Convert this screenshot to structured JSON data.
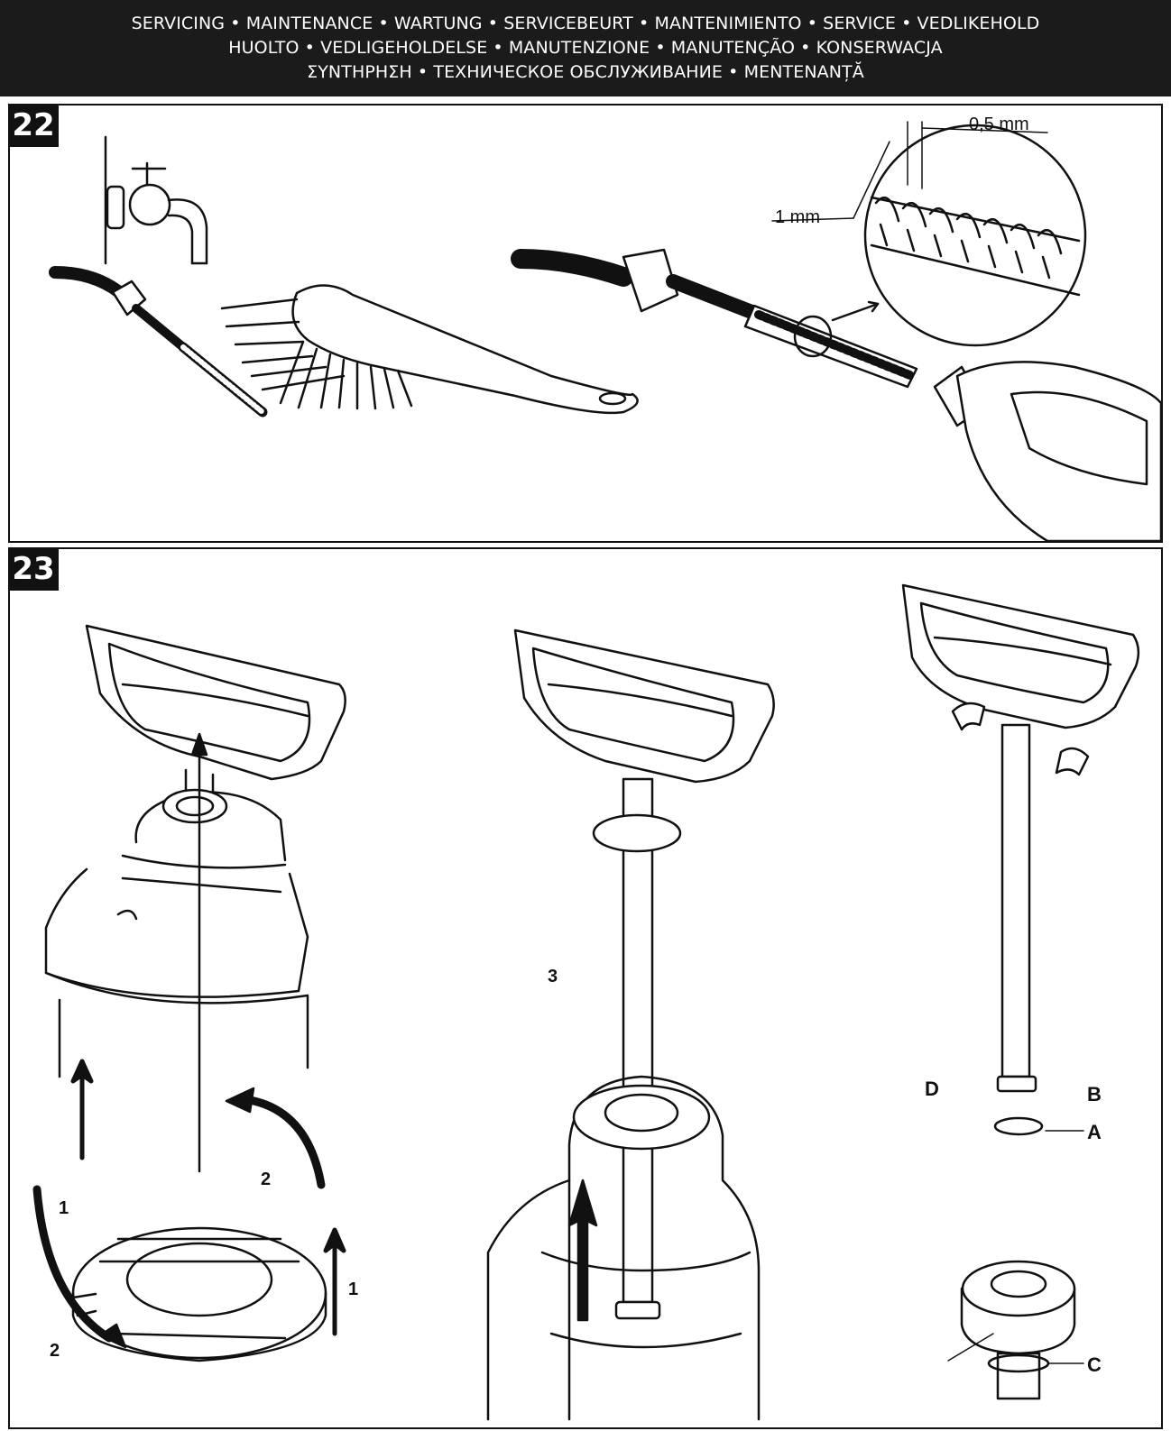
{
  "header": {
    "lines": [
      "SERVICING • MAINTENANCE • WARTUNG • SERVICEBEURT • MANTENIMIENTO • SERVICE • VEDLIKEHOLD",
      "HUOLTO • VEDLIGEHOLDELSE • MANUTENZIONE • MANUTENÇÃO • KONSERWACJA",
      "ΣΥΝΤΗΡΗΣΗ • ТЕХНИЧЕСКОЕ ОБСЛУЖИВАНИЕ • MENTENANȚĂ"
    ]
  },
  "step22": {
    "number": "22",
    "dimension_small": "0,5 mm",
    "dimension_large": "1 mm"
  },
  "step23": {
    "number": "23",
    "arrow_labels": {
      "lift": "1",
      "rotate": "2",
      "pull": "3"
    },
    "part_labels": {
      "a": "A",
      "b": "B",
      "c": "C",
      "d": "D"
    }
  }
}
